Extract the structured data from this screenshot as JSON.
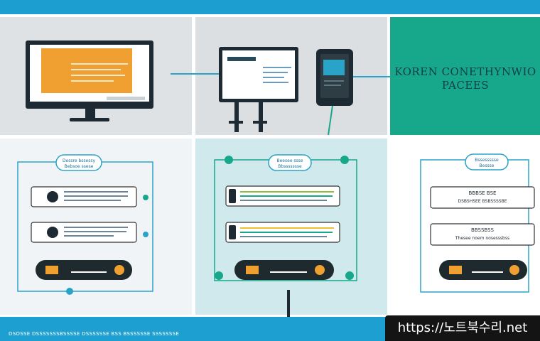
{
  "hero": {
    "title_line1": "KOREN CONETHYNWIO",
    "title_line2": "PACEES"
  },
  "flow_labels": {
    "left_top": "Dossre bssessy",
    "left_sub": "Bebsoe ssese",
    "mid_top": "Beesee ssse",
    "mid_sub": "Bbssssssse",
    "right_top": "Bssessssse",
    "right_sub": "Bessse"
  },
  "right_cards": {
    "card1_line1": "BBBSE BSE",
    "card1_line2": "DSBSHSEE BSBSSSSBE",
    "card2_line1": "BBSSBSS",
    "card2_line2": "Thesee noem nosesssbss"
  },
  "footer": {
    "text": "DSOSSE DSSSSSSSBSSSSE DSSSSSSE BSS BSSSSSSE SSSSSSSE"
  },
  "watermark": {
    "text": "https://노트북수리.net"
  },
  "colors": {
    "accent_blue": "#1c9fd0",
    "accent_teal": "#17a88c",
    "dark_pill": "#1f2a2e",
    "orange": "#f0a030",
    "light_bg": "#f1f4f6"
  }
}
